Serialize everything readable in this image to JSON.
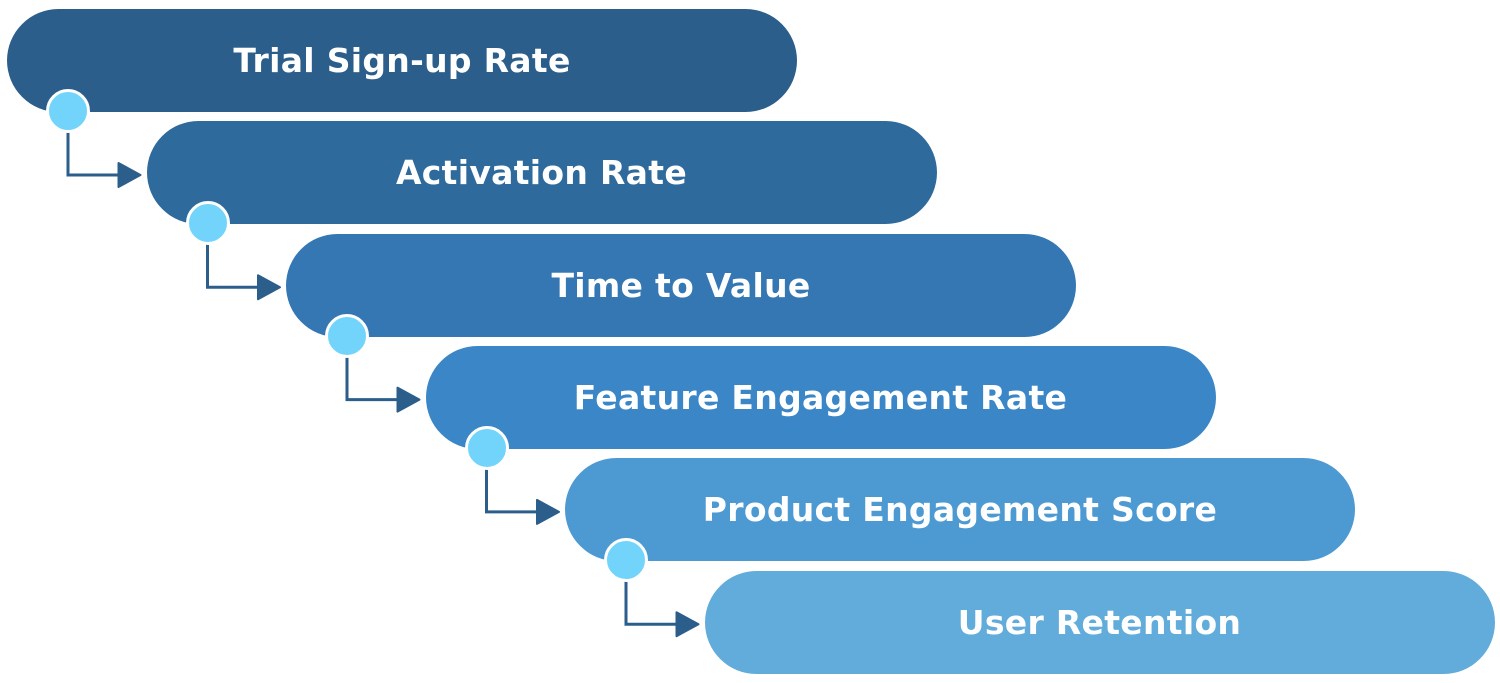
{
  "diagram": {
    "type": "stepped-flow",
    "steps": [
      {
        "label": "Trial Sign-up Rate",
        "color": "#2b5e8b"
      },
      {
        "label": "Activation Rate",
        "color": "#2f6a9c"
      },
      {
        "label": "Time to Value",
        "color": "#3477b2"
      },
      {
        "label": "Feature Engagement Rate",
        "color": "#3b86c6"
      },
      {
        "label": "Product Engagement Score",
        "color": "#4d9ad3"
      },
      {
        "label": "User Retention",
        "color": "#62acdb"
      }
    ],
    "node_color": "#72d4fb",
    "connector_color": "#2b5e8b"
  }
}
